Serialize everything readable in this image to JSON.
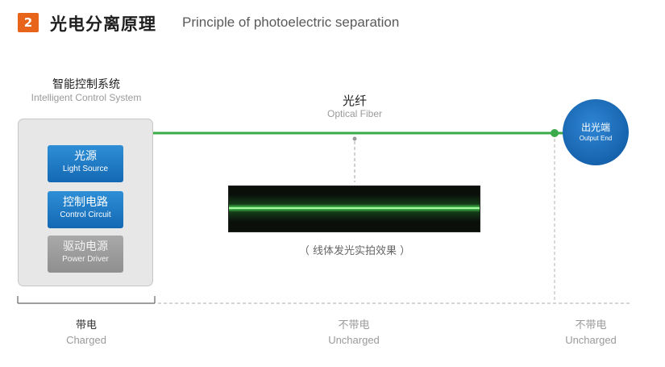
{
  "header": {
    "number": "2",
    "title_cn": "光电分离原理",
    "title_en": "Principle of photoelectric separation"
  },
  "control_system": {
    "title_cn": "智能控制系统",
    "title_en": "Intelligent Control System",
    "blocks": [
      {
        "cn": "光源",
        "en": "Light Source"
      },
      {
        "cn": "控制电路",
        "en": "Control Circuit"
      },
      {
        "cn": "驱动电源",
        "en": "Power Driver"
      }
    ]
  },
  "fiber": {
    "title_cn": "光纤",
    "title_en": "Optical Fiber",
    "caption": "（ 线体发光实拍效果 ）"
  },
  "output_end": {
    "cn": "出光端",
    "en": "Output End"
  },
  "zones": [
    {
      "cn": "带电",
      "en": "Charged"
    },
    {
      "cn": "不带电",
      "en": "Uncharged"
    },
    {
      "cn": "不带电",
      "en": "Uncharged"
    }
  ],
  "colors": {
    "accent_orange": "#e8641b",
    "fiber_green": "#3aaa4a",
    "block_blue": "#1a72bd",
    "block_gray": "#999999"
  }
}
